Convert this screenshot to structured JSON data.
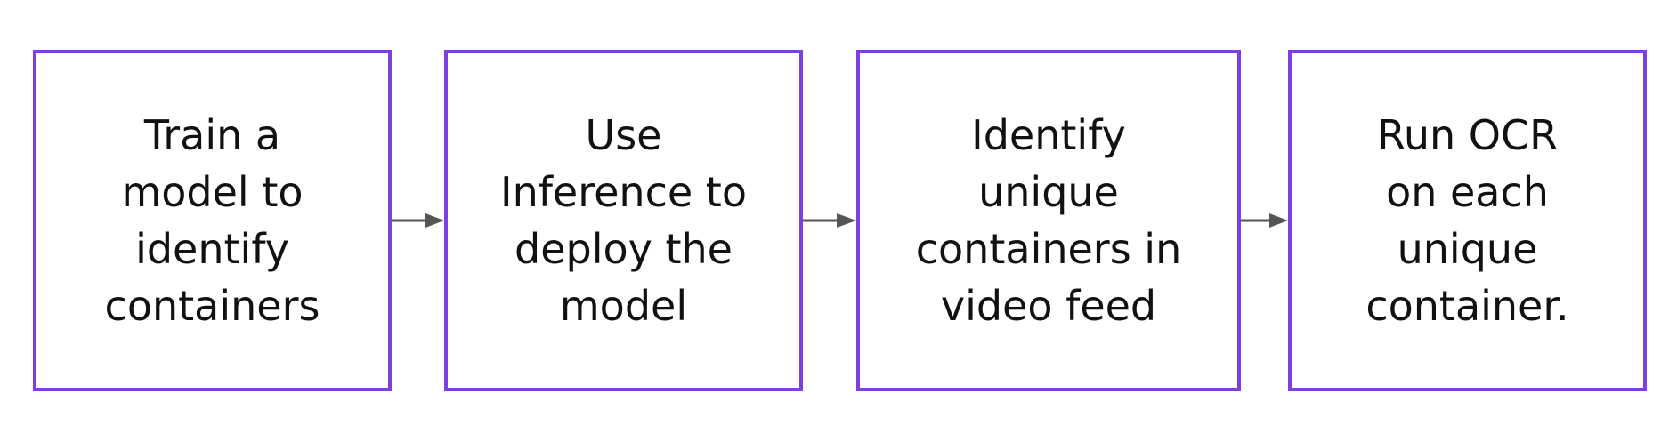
{
  "diagram": {
    "colors": {
      "box_border": "#7d3fe0",
      "arrow": "#555555",
      "text": "#111111"
    },
    "steps": [
      {
        "label": "Train a\nmodel to\nidentify\ncontainers"
      },
      {
        "label": "Use\nInference to\ndeploy the\nmodel"
      },
      {
        "label": "Identify\nunique\ncontainers in\nvideo feed"
      },
      {
        "label": "Run OCR\non each\nunique\ncontainer."
      }
    ]
  }
}
